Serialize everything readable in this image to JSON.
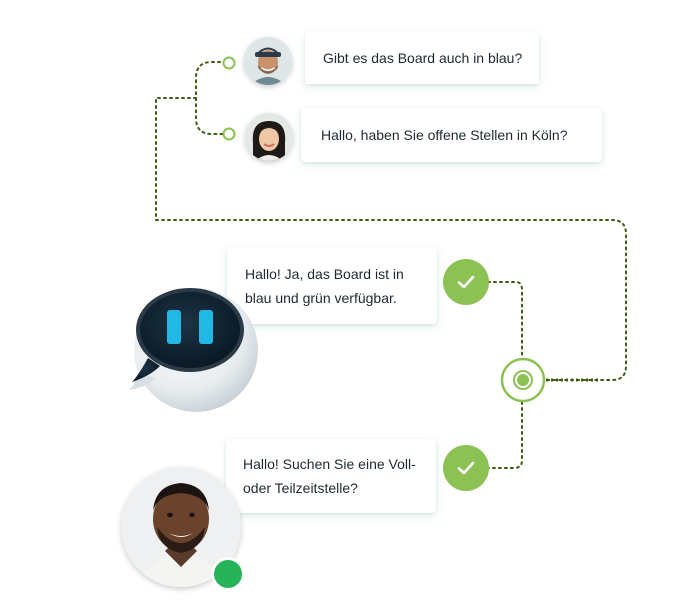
{
  "messages": {
    "incoming_1": "Gibt es das Board auch in blau?",
    "incoming_2": "Hallo, haben Sie offene Stellen in Köln?",
    "bot_reply": "Hallo! Ja, das Board ist in blau und grün verfügbar.",
    "agent_reply": "Hallo! Suchen Sie eine Voll- oder Teilzeitstelle?"
  },
  "colors": {
    "accent_green": "#8cc153",
    "online_green": "#27b35a",
    "connector": "#3f5a12",
    "bot_screen": "#0e1f2c",
    "bot_eyes": "#21b8e6"
  },
  "icons": {
    "check": "check-icon",
    "hub": "hub-node-icon",
    "bot": "chatbot-icon"
  }
}
